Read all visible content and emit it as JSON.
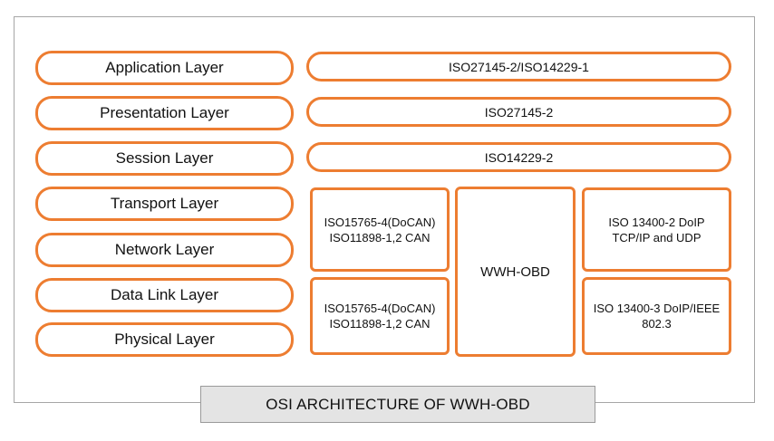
{
  "layers": [
    "Application Layer",
    "Presentation Layer",
    "Session Layer",
    "Transport Layer",
    "Network Layer",
    "Data Link Layer",
    "Physical Layer"
  ],
  "standards": {
    "application": "ISO27145-2/ISO14229-1",
    "presentation": "ISO27145-2",
    "session": "ISO14229-2"
  },
  "blocks": {
    "can_upper": "ISO15765-4(DoCAN)\nISO11898-1,2 CAN",
    "can_lower": "ISO15765-4(DoCAN)\nISO11898-1,2 CAN",
    "wwh_obd": "WWH-OBD",
    "doip_upper": "ISO 13400-2 DoIP\nTCP/IP and UDP",
    "doip_lower": "ISO 13400-3 DoIP/IEEE\n802.3"
  },
  "caption": "OSI ARCHITECTURE OF WWH-OBD",
  "colors": {
    "border_accent": "#ed7d31",
    "frame_border": "#a6a6a6",
    "caption_bg": "#e4e4e4"
  }
}
